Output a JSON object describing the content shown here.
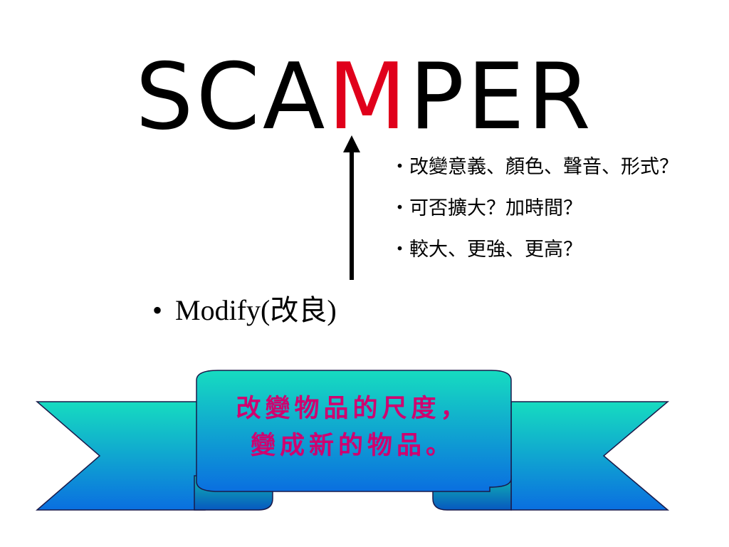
{
  "title": {
    "pre": "SCA",
    "highlight": "M",
    "post": "PER",
    "highlight_color": "#e0001b"
  },
  "modify": {
    "bullet": "•",
    "label": "Modify(改良)"
  },
  "bullets": [
    "・改變意義、顏色、聲音、形式？",
    "・可否擴大？加時間？",
    "・較大、更強、更高？"
  ],
  "banner": {
    "line1": "改變物品的尺度，",
    "line2": "變成新的物品。",
    "text_color": "#d0006f",
    "fill_top": "#16dcc0",
    "fill_bottom": "#0a6fe0"
  }
}
